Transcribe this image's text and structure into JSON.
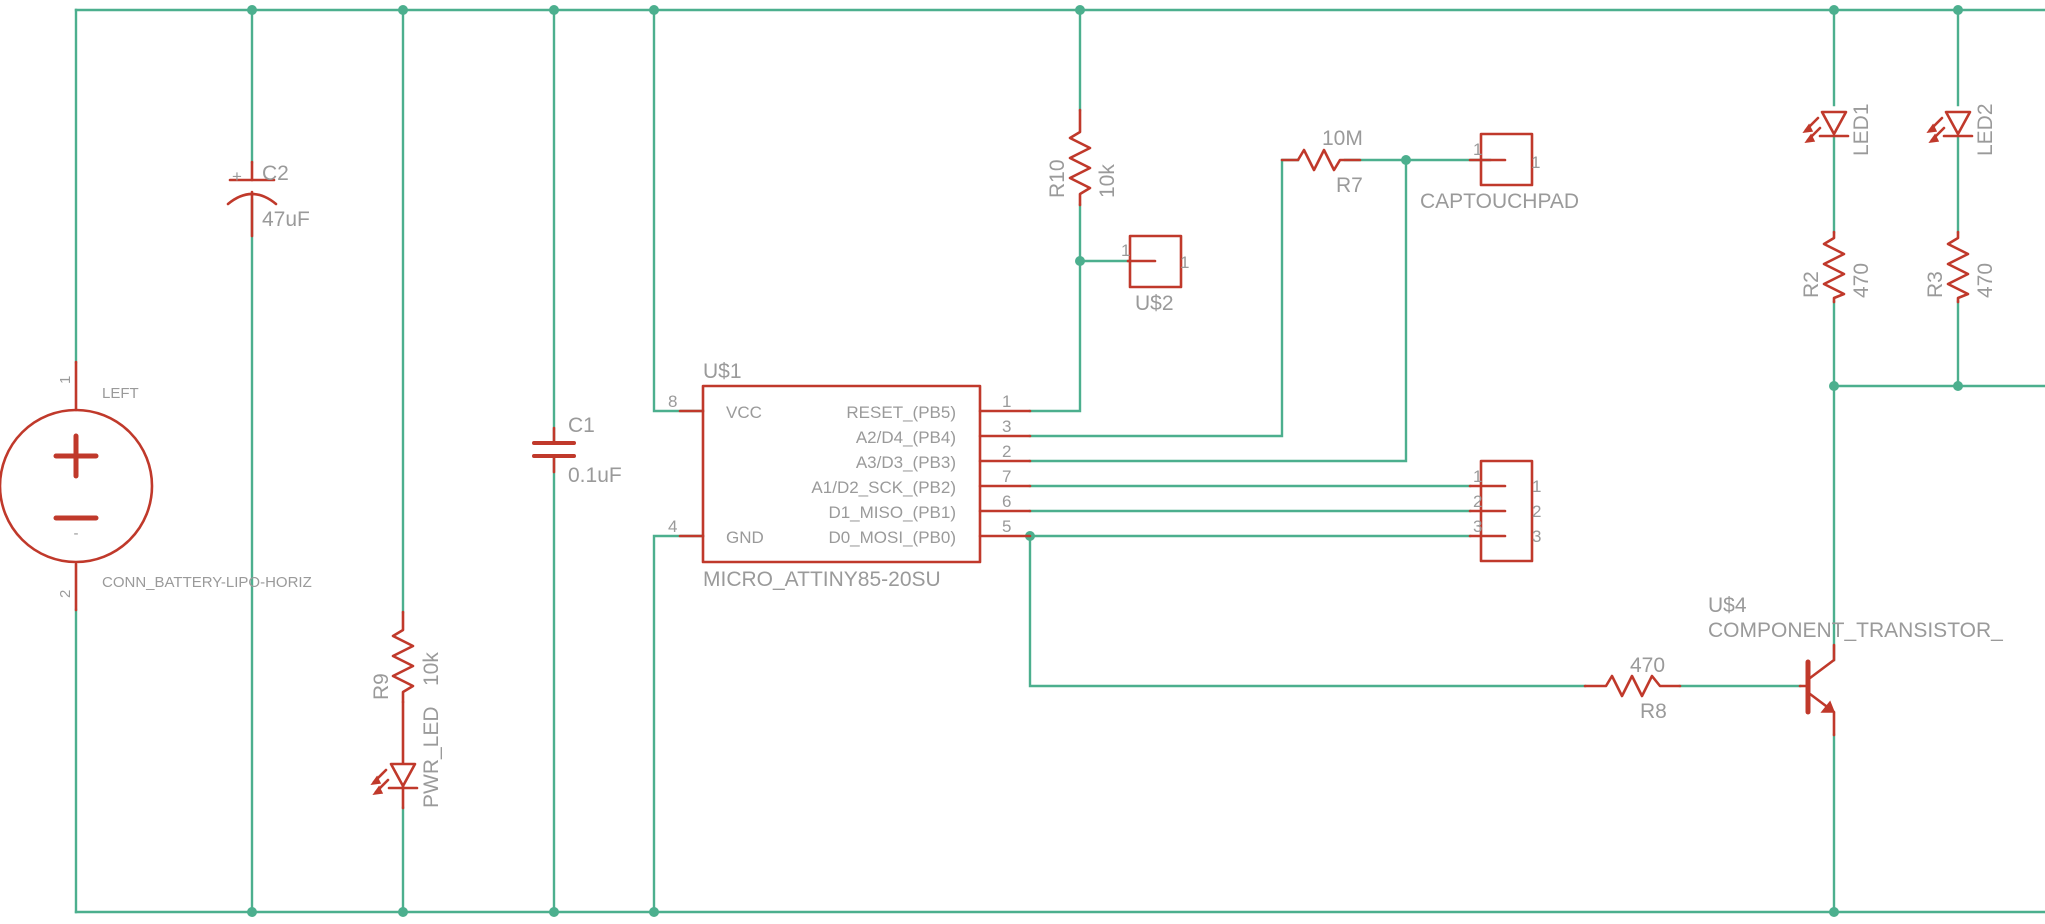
{
  "colors": {
    "wire": "#4caf8e",
    "symbol": "#c0392b",
    "label": "#9a9a9a",
    "background": "#ffffff"
  },
  "battery": {
    "label": "LEFT",
    "name": "CONN_BATTERY-LIPO-HORIZ",
    "pin_pos": "1",
    "pin_neg": "2",
    "minus_mark": "-"
  },
  "c2": {
    "name": "C2",
    "value": "47uF",
    "plus": "+"
  },
  "c1": {
    "name": "C1",
    "value": "0.1uF"
  },
  "r9": {
    "name": "R9",
    "value": "10k"
  },
  "pwr_led": {
    "name": "PWR_LED"
  },
  "r10": {
    "name": "R10",
    "value": "10k"
  },
  "u2": {
    "name": "U$2",
    "pin": "1"
  },
  "r7": {
    "name": "R7",
    "value": "10M"
  },
  "captouch": {
    "name": "CAPTOUCHPAD",
    "pin": "1"
  },
  "u1": {
    "ref": "U$1",
    "part": "MICRO_ATTINY85-20SU",
    "left_pins": [
      {
        "num": "8",
        "name": "VCC"
      },
      {
        "num": "4",
        "name": "GND"
      }
    ],
    "right_pins": [
      {
        "num": "1",
        "name": "RESET_(PB5)"
      },
      {
        "num": "3",
        "name": "A2/D4_(PB4)"
      },
      {
        "num": "2",
        "name": "A3/D3_(PB3)"
      },
      {
        "num": "7",
        "name": "A1/D2_SCK_(PB2)"
      },
      {
        "num": "6",
        "name": "D1_MISO_(PB1)"
      },
      {
        "num": "5",
        "name": "D0_MOSI_(PB0)"
      }
    ]
  },
  "header": {
    "pins": [
      "1",
      "2",
      "3"
    ]
  },
  "led1": {
    "name": "LED1"
  },
  "led2": {
    "name": "LED2"
  },
  "r2": {
    "name": "R2",
    "value": "470"
  },
  "r3": {
    "name": "R3",
    "value": "470"
  },
  "r8": {
    "name": "R8",
    "value": "470"
  },
  "u4": {
    "ref": "U$4",
    "part": "COMPONENT_TRANSISTOR_"
  }
}
